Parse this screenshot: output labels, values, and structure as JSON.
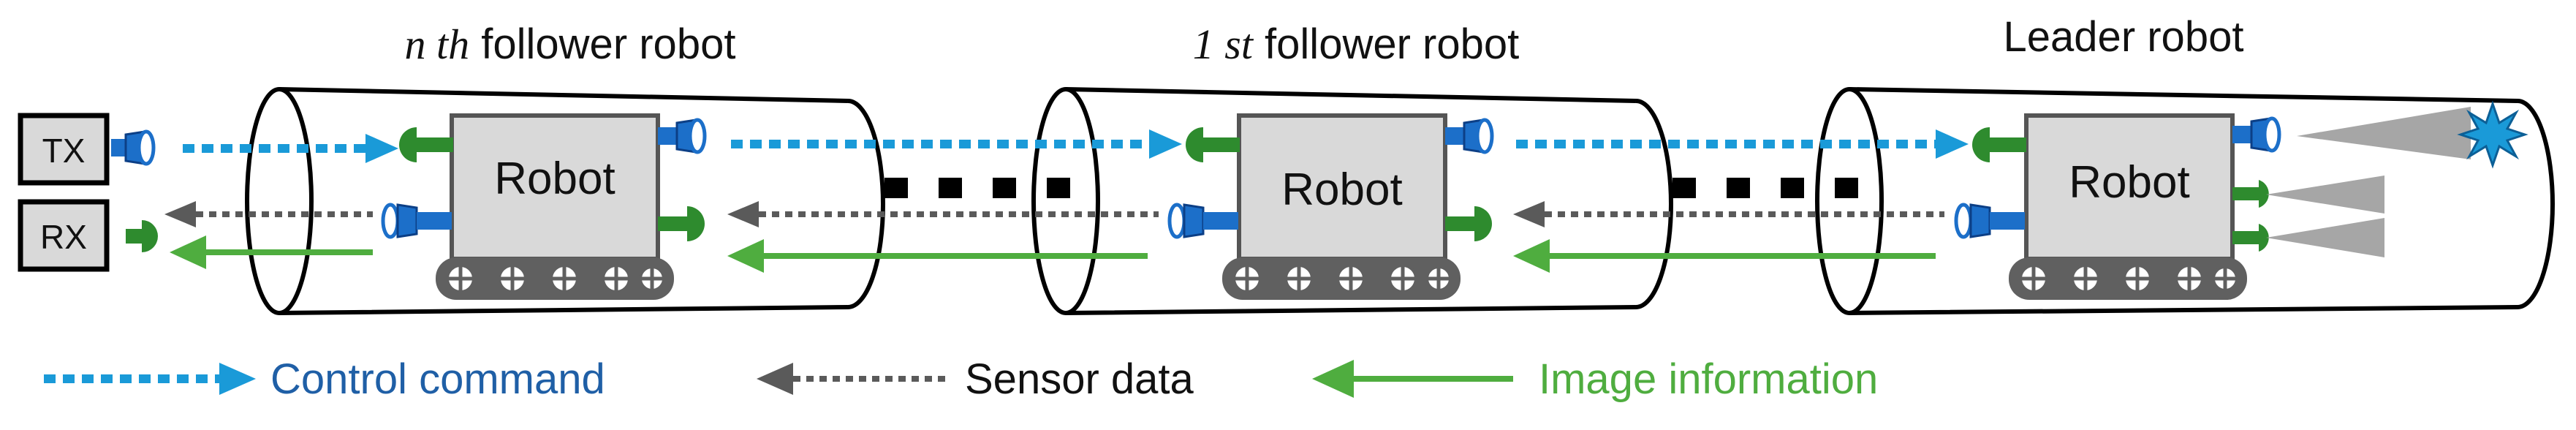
{
  "robots": {
    "nth": {
      "title_var": "n th",
      "title_rest": " follower robot",
      "body_label": "Robot"
    },
    "first": {
      "title_var": "1 st",
      "title_rest": " follower robot",
      "body_label": "Robot"
    },
    "leader": {
      "title": "Leader robot",
      "body_label": "Robot"
    }
  },
  "station": {
    "tx_label": "TX",
    "rx_label": "RX"
  },
  "legend": {
    "control": "Control command",
    "sensor": "Sensor data",
    "image": "Image information"
  },
  "colors": {
    "control": "#1a9ad8",
    "sensor": "#5a5a5a",
    "image": "#4fad3f",
    "control_text": "#1f5fa6",
    "image_text": "#4fad3f",
    "robot_fill": "#d9d9d9",
    "transmitter": "#1c6fc9",
    "receiver": "#2e8b2e",
    "cone": "#a6a6a6",
    "spark": "#1a9ad8"
  },
  "icons": {
    "transmitter": "camera-transmitter-icon",
    "receiver": "receiver-antenna-icon",
    "wheel": "wheel-icon",
    "spark": "spark-icon"
  }
}
